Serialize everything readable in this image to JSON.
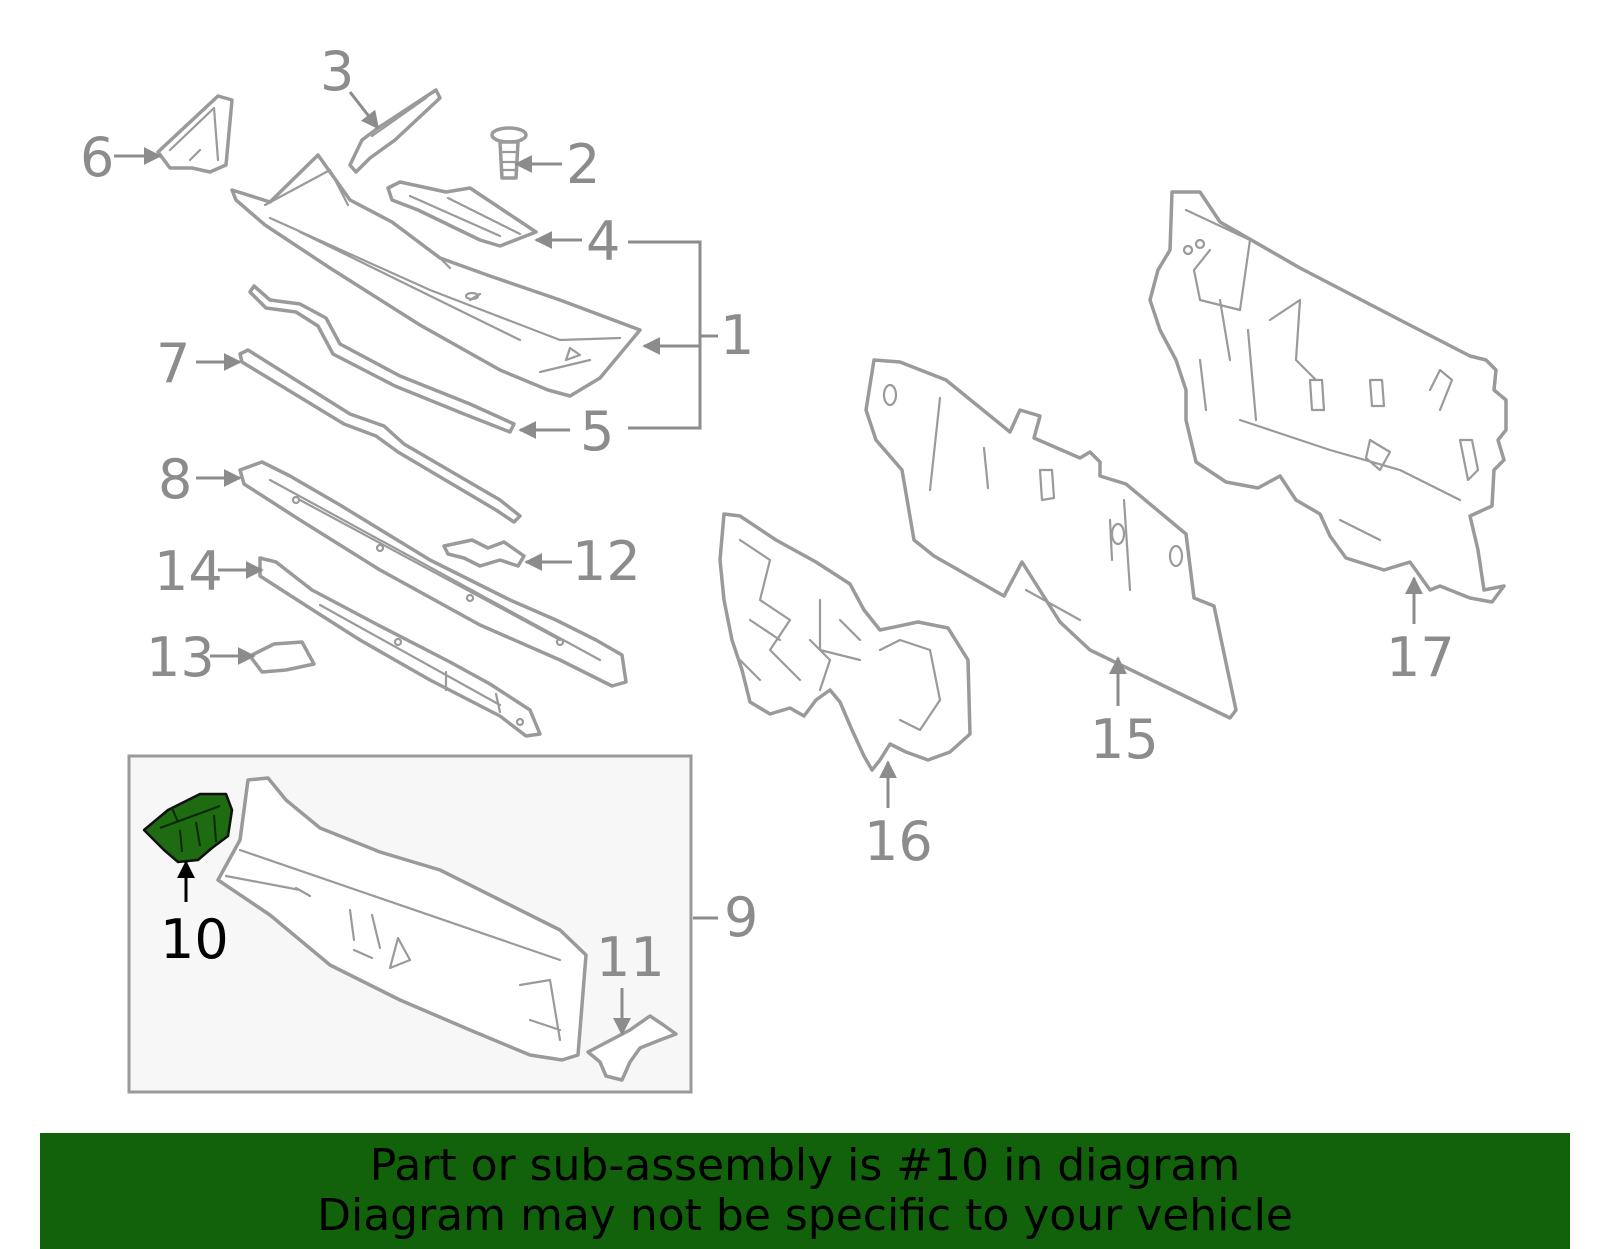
{
  "colors": {
    "line": "#9a9a9a",
    "highlight_fill": "#1f6b12",
    "banner_bg": "#11620a",
    "inset_bg": "#f7f7f7"
  },
  "callouts": {
    "c1": "1",
    "c2": "2",
    "c3": "3",
    "c4": "4",
    "c5": "5",
    "c6": "6",
    "c7": "7",
    "c8": "8",
    "c9": "9",
    "c10": "10",
    "c11": "11",
    "c12": "12",
    "c13": "13",
    "c14": "14",
    "c15": "15",
    "c16": "16",
    "c17": "17"
  },
  "banner": {
    "line1": "Part or sub-assembly is #10 in diagram",
    "line2": "Diagram may not be specific to your vehicle"
  }
}
